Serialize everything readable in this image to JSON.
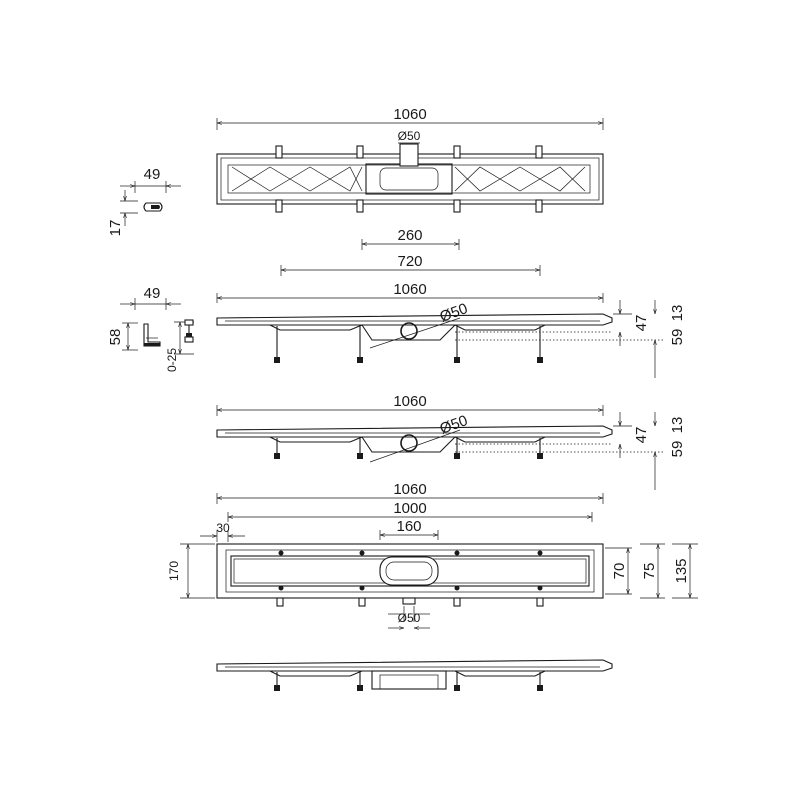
{
  "top_view": {
    "width": "1060",
    "outlet": "Ø50"
  },
  "profile_small": {
    "width": "49",
    "height": "17"
  },
  "foot_detail": {
    "width": "49",
    "height": "58",
    "adjust": "0-25"
  },
  "side_view_1": {
    "dim_outlet_span": "260",
    "dim_feet_span": "720",
    "width": "1060",
    "outlet": "Ø50",
    "h1": "47",
    "h2": "59",
    "h3": "13"
  },
  "side_view_2": {
    "width": "1060",
    "outlet": "Ø50",
    "h1": "47",
    "h2": "59",
    "h3": "13"
  },
  "plan_view": {
    "width_total": "1060",
    "width_inner": "1000",
    "offset": "30",
    "center": "160",
    "height": "170",
    "h_70": "70",
    "h_75": "75",
    "h_135": "135",
    "outlet": "Ø50"
  }
}
